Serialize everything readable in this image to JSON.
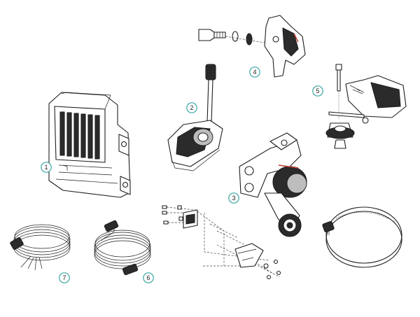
{
  "callouts": [
    {
      "id": "1",
      "label": "1"
    },
    {
      "id": "2",
      "label": "2"
    },
    {
      "id": "3",
      "label": "3"
    },
    {
      "id": "4",
      "label": "4"
    },
    {
      "id": "5",
      "label": "5"
    },
    {
      "id": "6",
      "label": "6"
    },
    {
      "id": "7",
      "label": "7"
    }
  ],
  "colors": {
    "callout_ring": "#3aa6a3",
    "line": "#1e1e1e",
    "accent_red": "#c0392b"
  },
  "icons": [
    "control-box",
    "fluxgate-compass",
    "transducer-bracket",
    "clamp-assembly",
    "rudder-sensor",
    "cable-coil",
    "hose-clamp",
    "hardware-kit"
  ]
}
